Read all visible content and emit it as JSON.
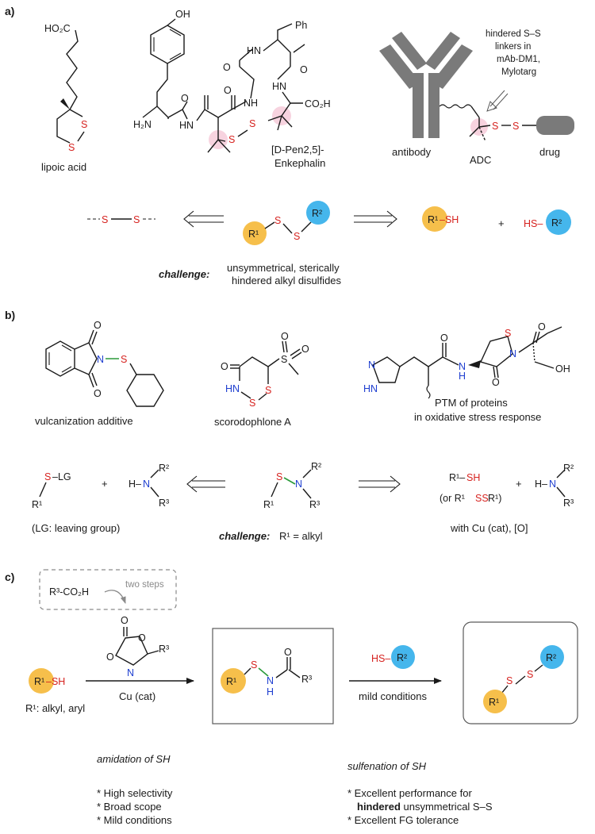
{
  "panels": {
    "a": {
      "label": "a)",
      "lipoic": {
        "name": "lipoic acid",
        "cooh": "HO₂C",
        "s1": "S",
        "s2": "S"
      },
      "enk": {
        "name_1": "[D-Pen2,5]-",
        "name_2": "Enkephalin",
        "oh": "OH",
        "ph": "Ph",
        "h2n": "H₂N",
        "hn1": "HN",
        "hn2": "HN",
        "nh": "NH",
        "co2h": "CO₂H",
        "o1": "O",
        "o2": "O",
        "o3": "O",
        "o4": "O",
        "s1": "S",
        "s2": "S"
      },
      "adc": {
        "antibody": "antibody",
        "adc": "ADC",
        "drug": "drug",
        "note_1": "hindered S–S",
        "note_2": "linkers in",
        "note_3": "mAb-DM1,",
        "note_4": "Mylotarg",
        "s1": "S",
        "s2": "S"
      },
      "retro": {
        "s1": "S",
        "s2": "S",
        "r1": "R¹",
        "r2": "R²",
        "rs1": "S",
        "rs2": "S",
        "r1sh_r": "R¹",
        "r1sh_sh": "–SH",
        "plus": "+",
        "hs": "HS–",
        "r2b": "R²"
      },
      "challenge_label": "challenge:",
      "challenge_text_1": "unsymmetrical, sterically",
      "challenge_text_2": "hindered alkyl disulfides"
    },
    "b": {
      "label": "b)",
      "vulc": {
        "name": "vulcanization additive",
        "n": "N",
        "s": "S",
        "o1": "O",
        "o2": "O"
      },
      "scoro": {
        "name": "scorodophlone A",
        "o1": "O",
        "o2": "O",
        "o3": "O",
        "s1": "S",
        "s2": "S",
        "s3": "S",
        "hn": "HN"
      },
      "ptm": {
        "name_1": "PTM of proteins",
        "name_2": "in oxidative stress response",
        "n1": "N",
        "hn": "HN",
        "nh": "N",
        "h": "H",
        "o1": "O",
        "o2": "O",
        "o3": "O",
        "s": "S",
        "n2": "N",
        "oh": "OH"
      },
      "retro": {
        "s": "S",
        "lg": "–LG",
        "r1": "R¹",
        "plus1": "+",
        "h": "H–",
        "n": "N",
        "r2": "R²",
        "r3": "R³",
        "lg_note": "(LG: leaving group)",
        "cs": "S",
        "cn": "N",
        "cr1": "R¹",
        "cr2": "R²",
        "cr3": "R³",
        "rsh_r": "R¹–",
        "rsh_sh": "SH",
        "or_text_1": "(or R¹",
        "or_ss": "SS",
        "or_text_2": "R¹)",
        "plus2": "+",
        "h2": "H–",
        "n2": "N",
        "r2b": "R²",
        "r3b": "R³",
        "conditions": "with Cu (cat), [O]"
      },
      "challenge_label": "challenge:",
      "challenge_text": "R¹ = alkyl"
    },
    "c": {
      "label": "c)",
      "box_acid": "R³-CO₂H",
      "box_steps": "two steps",
      "reagent": {
        "o1": "O",
        "o2": "O",
        "o3": "O",
        "n": "N",
        "r3": "R³"
      },
      "start_r": "R¹",
      "start_sh": "–SH",
      "scope": "R¹: alkyl, aryl",
      "catalyst": "Cu (cat)",
      "inter": {
        "r1": "R¹",
        "s": "S",
        "n": "N",
        "h": "H",
        "o": "O",
        "r3": "R³"
      },
      "hs": "HS–",
      "r2": "R²",
      "mild": "mild conditions",
      "prod": {
        "r2": "R²",
        "r1": "R¹",
        "s1": "S",
        "s2": "S"
      },
      "step1_title": "amidation of SH",
      "step1_points": [
        "* High selectivity",
        "* Broad scope",
        "* Mild conditions"
      ],
      "step2_title": "sulfenation of SH",
      "step2_point1_a": "* Excellent performance for",
      "step2_point1_b_bold": "hindered",
      "step2_point1_b_rest": " unsymmetrical S–S",
      "step2_point2": "* Excellent FG tolerance"
    }
  },
  "colors": {
    "sulfur": "#d6221f",
    "nitrogen": "#1f3fd0",
    "r1_circle": "#f6bf4b",
    "r2_circle": "#45b6ec",
    "antibody": "#7a7a7a",
    "highlight": "#f7d3df"
  }
}
